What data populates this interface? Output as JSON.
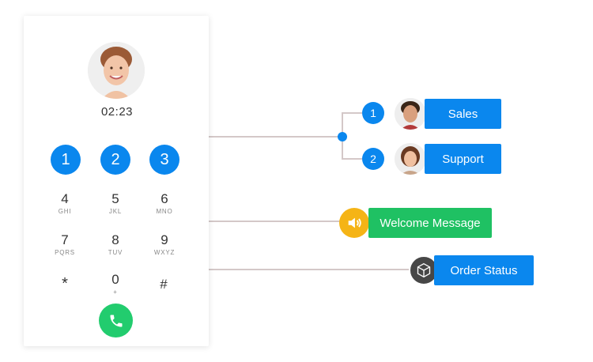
{
  "call": {
    "timer": "02:23"
  },
  "menu_options": [
    "1",
    "2",
    "3"
  ],
  "keypad": [
    {
      "num": "4",
      "letters": "GHI"
    },
    {
      "num": "5",
      "letters": "JKL"
    },
    {
      "num": "6",
      "letters": "MNO"
    },
    {
      "num": "7",
      "letters": "PQRS"
    },
    {
      "num": "8",
      "letters": "TUV"
    },
    {
      "num": "9",
      "letters": "WXYZ"
    },
    {
      "num": "*",
      "letters": ""
    },
    {
      "num": "0",
      "letters": "+"
    },
    {
      "num": "#",
      "letters": ""
    }
  ],
  "branches": {
    "sales": {
      "number": "1",
      "label": "Sales"
    },
    "support": {
      "number": "2",
      "label": "Support"
    },
    "welcome": {
      "label": "Welcome Message"
    },
    "order": {
      "label": "Order Status"
    }
  },
  "colors": {
    "accent": "#0a87ee",
    "call_green": "#22cc6e",
    "welcome_green": "#1fc163",
    "speaker_yellow": "#f5b416",
    "box_dark": "#474747",
    "connector": "#d4c8c8"
  },
  "icons": {
    "call": "phone-icon",
    "speaker": "speaker-icon",
    "box": "package-icon"
  }
}
